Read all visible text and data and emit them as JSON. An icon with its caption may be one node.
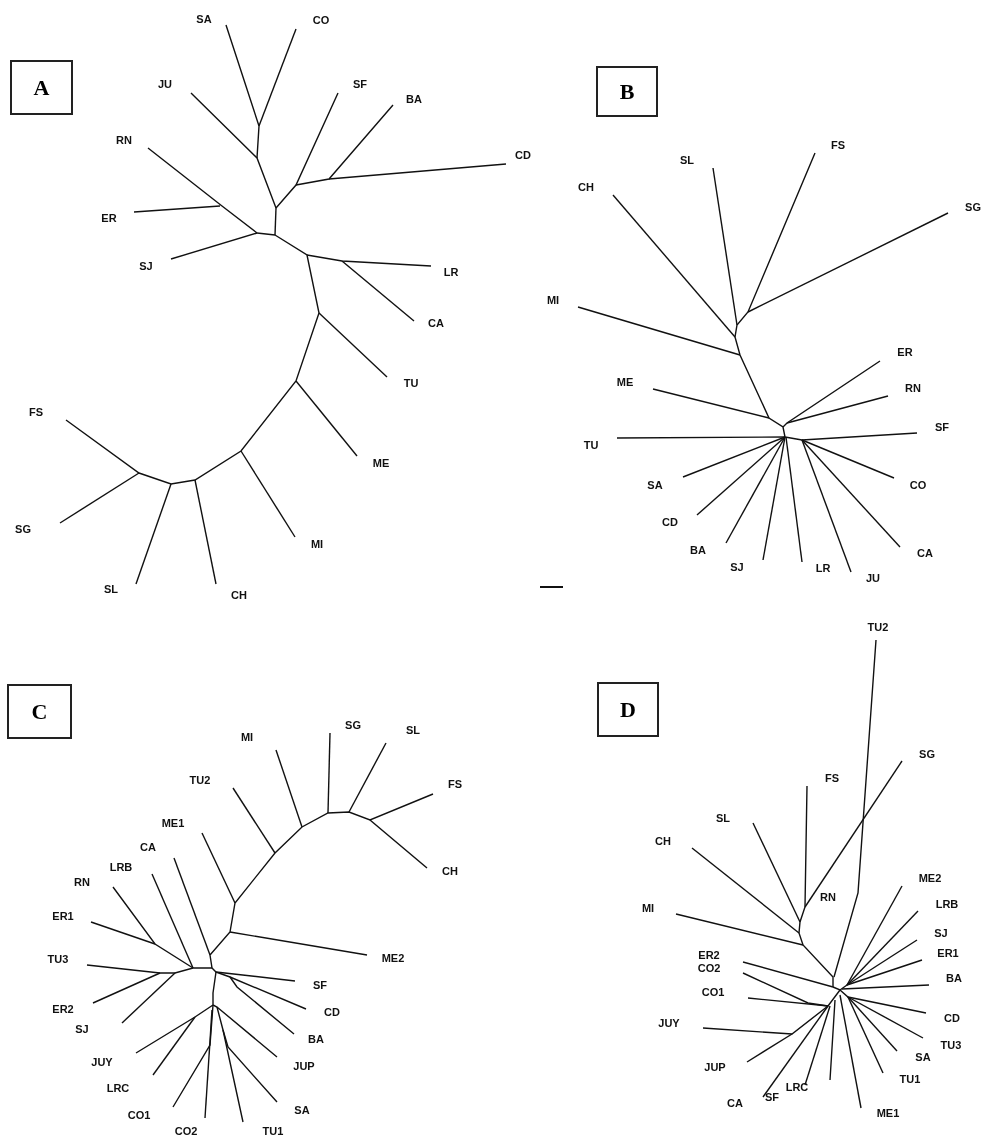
{
  "diagram": {
    "nodes": [
      {
        "text": [
          "A"
        ]
      },
      {
        "text": [
          "B"
        ]
      },
      {
        "text": [
          "C"
        ]
      },
      {
        "text": [
          "D"
        ]
      }
    ],
    "labels": [
      "SA",
      "CO",
      "JU",
      "SF",
      "BA",
      "CD",
      "RN",
      "ER",
      "SJ",
      "LR",
      "CA",
      "TU",
      "FS",
      "ME",
      "SG",
      "MI",
      "SL",
      "CH",
      "FS",
      "SL",
      "CH",
      "SG",
      "MI",
      "ER",
      "ME",
      "RN",
      "SF",
      "TU",
      "SA",
      "CO",
      "CD",
      "BA",
      "CA",
      "SJ",
      "LR",
      "JU",
      "SG",
      "SL",
      "MI",
      "FS",
      "TU2",
      "ME1",
      "CA",
      "LRB",
      "CH",
      "RN",
      "ER1",
      "TU3",
      "ME2",
      "SF",
      "ER2",
      "CD",
      "SJ",
      "BA",
      "JUY",
      "JUP",
      "LRC",
      "SA",
      "CO1",
      "CO2",
      "TU1",
      "TU2",
      "SG",
      "FS",
      "SL",
      "CH",
      "ME2",
      "RN",
      "LRB",
      "MI",
      "SJ",
      "ER2",
      "ER1",
      "CO2",
      "BA",
      "CO1",
      "CD",
      "JUY",
      "TU3",
      "SA",
      "JUP",
      "TU1",
      "LRC",
      "SF",
      "CA",
      "ME1"
    ]
  }
}
